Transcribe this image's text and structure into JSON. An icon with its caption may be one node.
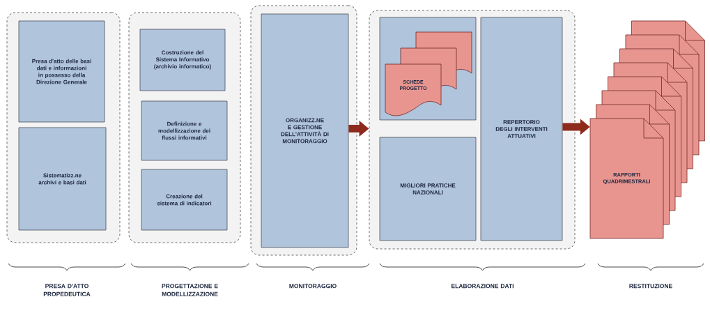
{
  "diagram": {
    "nodes": [
      {
        "text": [],
        "shape": "box"
      },
      {
        "text": [
          "Presa d'atto delle basi dati e informazioni in possesso della Direzione Generale"
        ],
        "in": 0
      },
      {
        "text": [
          "Sistematizz.ne archivi e basi dati"
        ],
        "in": 0
      },
      {
        "text": [],
        "shape": "box"
      },
      {
        "text": [
          "Costruzione del Sistema Informativo (archivio informatico)"
        ],
        "in": 3
      },
      {
        "text": [
          "Definizione e modellizzazione dei flussi informativi"
        ],
        "in": 3
      },
      {
        "text": [
          "Creazione del sistema di indicatori"
        ],
        "in": 3
      },
      {
        "text": [],
        "shape": "box"
      },
      {
        "text": [
          "ORGANIZZ.NE E GESTIONE DELL'ATTIVITÀ DI MONITORAGGIO"
        ],
        "in": 7
      },
      {
        "text": [],
        "shape": "box"
      },
      {
        "text": [],
        "shape": "box",
        "in": 9
      },
      {
        "text": [
          "SCHEDE PROGETTO"
        ],
        "in": 10
      },
      {
        "text": [
          "MIGLIORI PRATICHE NAZIONALI"
        ],
        "in": 9
      },
      {
        "text": [
          "REPERTORIO DEGLI INTERVENTI ATTUATIVI"
        ],
        "in": 9
      },
      {
        "text": [
          "RAPPORTI QUADRIMESTRALI"
        ]
      }
    ],
    "edges": [
      {
        "from": 8,
        "to": 9,
        "arrow": "to"
      },
      {
        "from": 13,
        "to": 14,
        "arrow": "to"
      }
    ],
    "labels": [
      "PRESA D'ATTO PROPEDEUTICA",
      "PROGETTAZIONE E MODELLIZZAZIONE",
      "MONITORAGGIO",
      "ELABORAZIONE DATI",
      "RESTITUZIONE"
    ]
  }
}
